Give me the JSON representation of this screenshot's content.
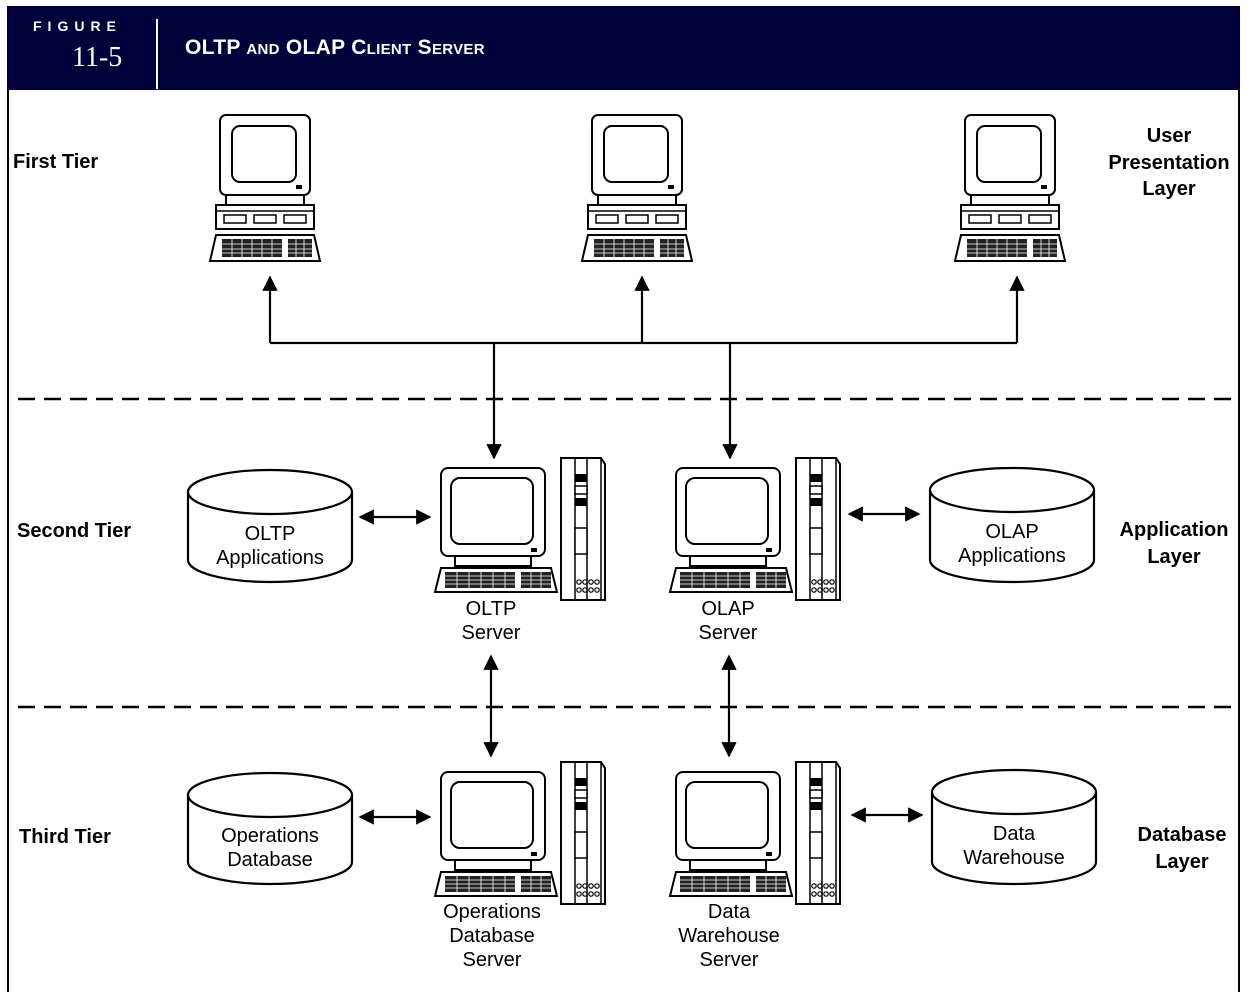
{
  "figure": {
    "word": "FIGURE",
    "number": "11-5",
    "title": "OLTP and OLAP Client Server"
  },
  "tiers": {
    "first": "First Tier",
    "second": "Second Tier",
    "third": "Third Tier"
  },
  "layers": {
    "presentation": [
      "User",
      "Presentation",
      "Layer"
    ],
    "application": [
      "Application",
      "Layer"
    ],
    "database": [
      "Database",
      "Layer"
    ]
  },
  "cylinders": {
    "oltp_apps": [
      "OLTP",
      "Applications"
    ],
    "olap_apps": [
      "OLAP",
      "Applications"
    ],
    "ops_db": [
      "Operations",
      "Database"
    ],
    "dw": [
      "Data",
      "Warehouse"
    ]
  },
  "servers": {
    "oltp": [
      "OLTP",
      "Server"
    ],
    "olap": [
      "OLAP",
      "Server"
    ],
    "ops_db": [
      "Operations",
      "Database",
      "Server"
    ],
    "dw": [
      "Data",
      "Warehouse",
      "Server"
    ]
  },
  "icons": [
    "desktop-computer-icon",
    "server-tower-icon",
    "database-cylinder-icon"
  ]
}
